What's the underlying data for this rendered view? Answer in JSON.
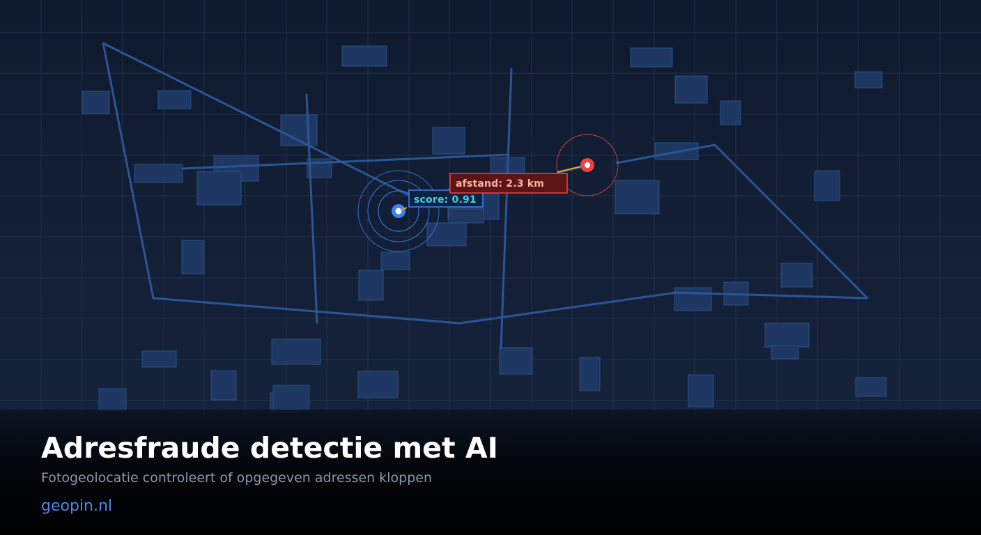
{
  "map": {
    "score_label": "score: 0.91",
    "distance_label": "afstand: 2.3 km"
  },
  "banner": {
    "title": "Adresfraude detectie met AI",
    "subtitle": "Fotogeolocatie controleert of opgegeven adressen kloppen",
    "site": "geopin.nl"
  },
  "colors": {
    "background": "#0f1a2e",
    "grid": "#243451",
    "building_fill": "#1f3a66",
    "building_stroke": "#2d5288",
    "road": "#2c5596",
    "photo_marker": "#3b82f6",
    "address_marker": "#ef4444",
    "score_text": "#3fd0ee",
    "distance_text": "#ffb1a6",
    "link": "#4b86ef"
  },
  "icons": {
    "photo_location": "camera-location-marker-icon",
    "address_location": "address-pin-icon"
  }
}
